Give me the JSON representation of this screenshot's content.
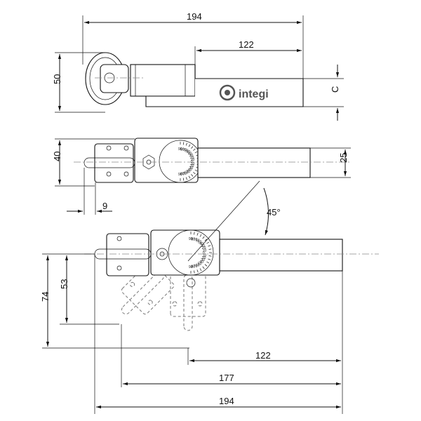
{
  "brand": {
    "name": "integi"
  },
  "dimensions": {
    "top_overall": "194",
    "top_shank": "122",
    "top_height": "50",
    "top_c": "C",
    "mid_height": "40",
    "mid_shank": "25",
    "mid_offset": "9",
    "angle": "45°",
    "bot_vertical_1": "74",
    "bot_vertical_2": "53",
    "bot_h_122": "122",
    "bot_h_177": "177",
    "bot_h_194": "194"
  },
  "scale_labels": [
    "90",
    "80",
    "70",
    "60",
    "50",
    "40",
    "30",
    "20",
    "10",
    "0",
    "10",
    "20",
    "30",
    "40",
    "50",
    "60",
    "70",
    "80",
    "90"
  ]
}
